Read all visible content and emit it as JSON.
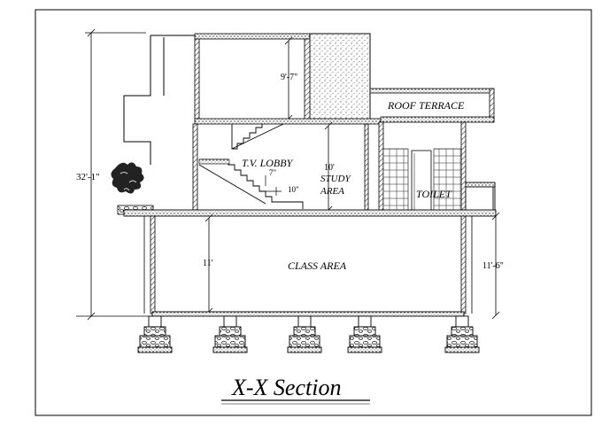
{
  "drawing": {
    "title": "X-X Section",
    "rooms": {
      "roof_terrace": "ROOF TERRACE",
      "tv_lobby": "T.V. LOBBY",
      "study_line1": "STUDY",
      "study_line2": "AREA",
      "toilet": "TOILET",
      "class_area": "CLASS  AREA"
    },
    "dimensions": {
      "total_height": "32'-1\"",
      "upper_floor_height": "9'-7\"",
      "study_height": "10'",
      "ground_floor_height": "11'",
      "right_ground_height": "11'-6\"",
      "riser": "7\"",
      "tread": "10\""
    },
    "colors": {
      "line": "#000000",
      "hatch": "#555555",
      "paper": "#ffffff"
    }
  }
}
